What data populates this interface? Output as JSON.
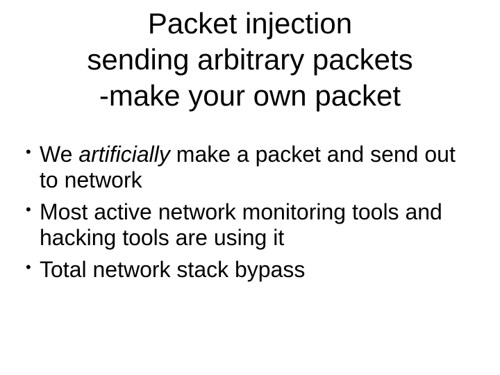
{
  "slide": {
    "title": {
      "lines": [
        "Packet injection",
        "sending arbitrary packets",
        "-make your own packet"
      ]
    },
    "bullet_char": "•",
    "bullets": [
      {
        "segments": [
          {
            "text": "We ",
            "style": "normal"
          },
          {
            "text": "artificially",
            "style": "italic"
          },
          {
            "text": " make a packet and send out to network",
            "style": "normal"
          }
        ]
      },
      {
        "segments": [
          {
            "text": "Most active network monitoring tools and hacking tools are using it",
            "style": "normal"
          }
        ]
      },
      {
        "segments": [
          {
            "text": "Total network stack bypass",
            "style": "normal"
          }
        ]
      }
    ],
    "colors": {
      "background": "#ffffff",
      "text": "#000000"
    }
  }
}
